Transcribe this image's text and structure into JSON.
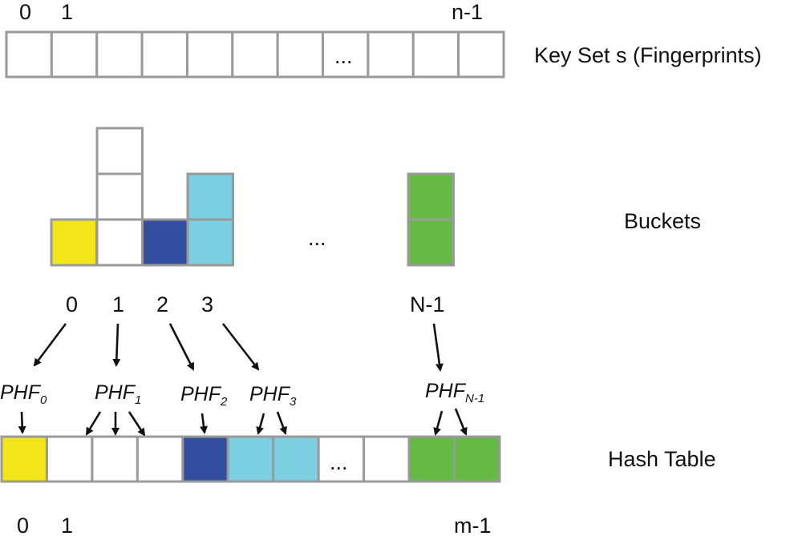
{
  "colors": {
    "empty": "#ffffff",
    "yellow": "#f2e51a",
    "dark_blue": "#334e9f",
    "light_blue": "#7ccfe0",
    "green": "#66b944",
    "border": "#9a9a9a"
  },
  "key_set": {
    "label": "Key Set s (Fingerprints)",
    "index_labels": [
      "0",
      "1",
      "n-1"
    ],
    "ellipsis": "..."
  },
  "buckets": {
    "label": "Buckets",
    "ellipsis": "...",
    "index_labels": [
      "0",
      "1",
      "2",
      "3",
      "N-1"
    ],
    "columns": [
      {
        "index": "0",
        "cells": [
          "yellow"
        ]
      },
      {
        "index": "1",
        "cells": [
          "empty",
          "empty",
          "empty"
        ]
      },
      {
        "index": "2",
        "cells": [
          "dark_blue"
        ]
      },
      {
        "index": "3",
        "cells": [
          "light_blue",
          "light_blue"
        ]
      },
      {
        "index": "N-1",
        "cells": [
          "green",
          "green"
        ]
      }
    ]
  },
  "phf": [
    {
      "base": "PHF",
      "sub": "0"
    },
    {
      "base": "PHF",
      "sub": "1"
    },
    {
      "base": "PHF",
      "sub": "2"
    },
    {
      "base": "PHF",
      "sub": "3"
    },
    {
      "base": "PHF",
      "sub": "N-1"
    }
  ],
  "hash_table": {
    "label": "Hash Table",
    "ellipsis": "...",
    "index_labels": [
      "0",
      "1",
      "m-1"
    ],
    "cells": [
      "yellow",
      "empty",
      "empty",
      "empty",
      "dark_blue",
      "light_blue",
      "light_blue",
      "ellipsis",
      "empty",
      "green",
      "green"
    ]
  }
}
